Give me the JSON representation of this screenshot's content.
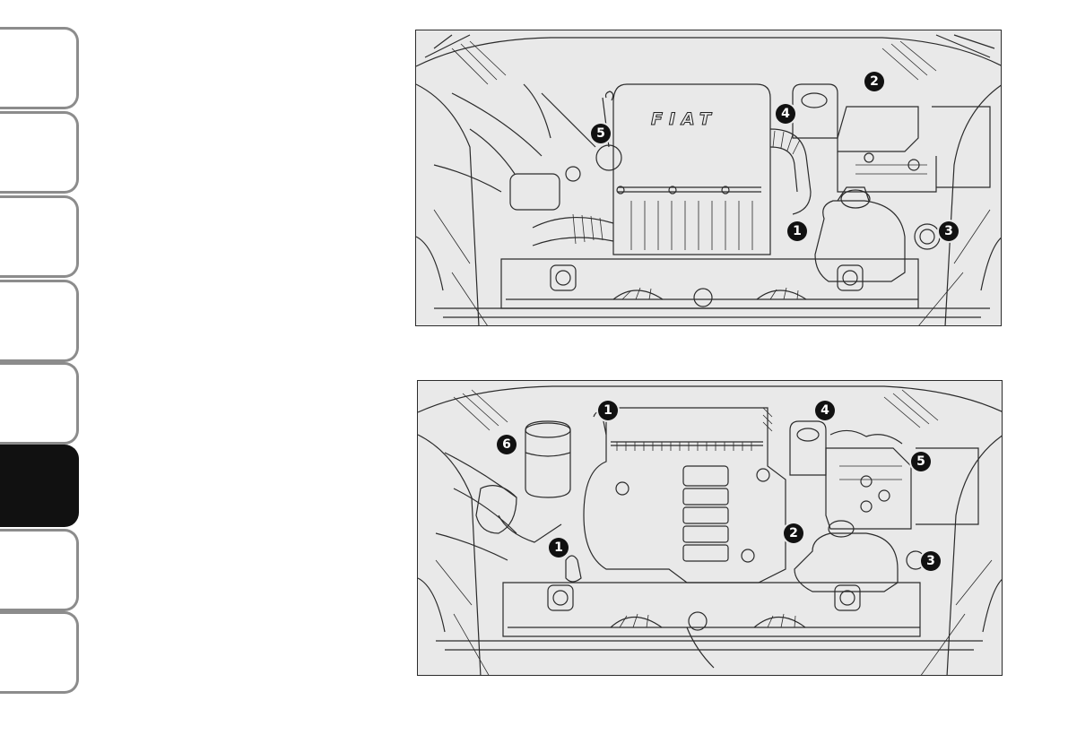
{
  "tabs": [
    {
      "id": "tab-1",
      "active": false
    },
    {
      "id": "tab-2",
      "active": false
    },
    {
      "id": "tab-3",
      "active": false
    },
    {
      "id": "tab-4",
      "active": false
    },
    {
      "id": "tab-5",
      "active": false
    },
    {
      "id": "tab-6",
      "active": true
    },
    {
      "id": "tab-7",
      "active": false
    },
    {
      "id": "tab-8",
      "active": false
    }
  ],
  "colors": {
    "tab_active": "#111111",
    "tab_border": "#8c8c8c",
    "figure_bg": "#e9e9e9",
    "line": "#2b2b2b"
  },
  "figure_top": {
    "brand": "FIAT",
    "callouts": [
      "1",
      "2",
      "3",
      "4",
      "5"
    ]
  },
  "figure_bottom": {
    "callouts": [
      "1",
      "1",
      "2",
      "3",
      "4",
      "5",
      "6"
    ]
  }
}
